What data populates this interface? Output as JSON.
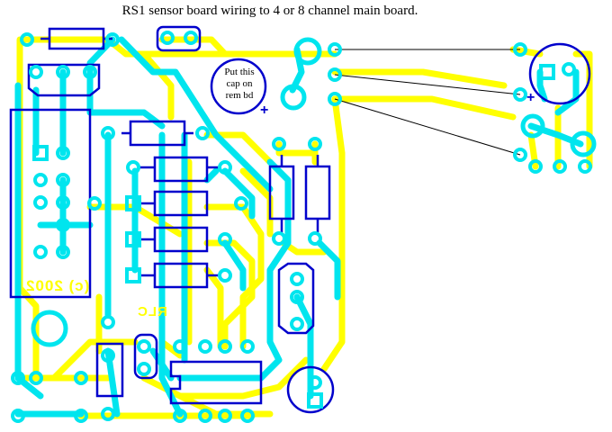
{
  "title": "RS1 sensor board wiring to 4 or 8 channel main board.",
  "cap_note": "Put this\ncap on\nrem bd",
  "silk_copyright": "(c) 2002",
  "silk_initials": "RLC",
  "plus_sign": "+",
  "colors": {
    "trace_yellow": "#ffff00",
    "copper_cyan": "#00e5ee",
    "outline_blue": "#0000cc",
    "wire_black": "#000000",
    "hole_grey": "#c0c0c0"
  }
}
